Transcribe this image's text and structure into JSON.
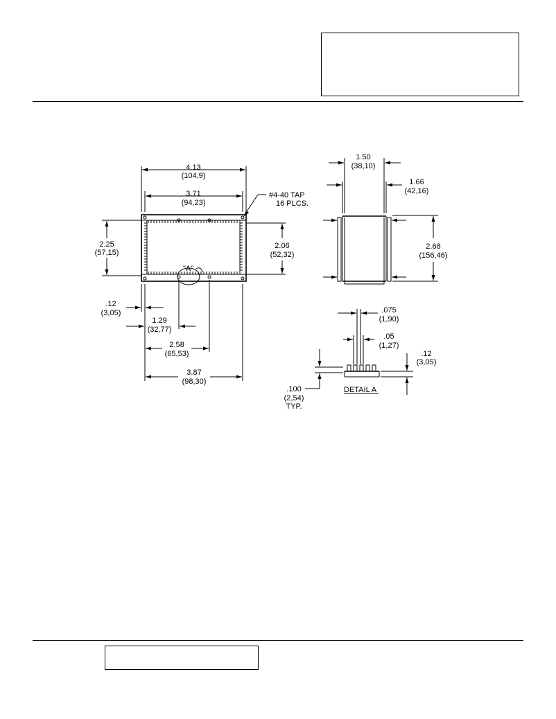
{
  "front_view": {
    "overall_width": {
      "in": "4.13",
      "mm": "(104,9)"
    },
    "mount_width": {
      "in": "3.71",
      "mm": "(94,23)"
    },
    "tap_note": {
      "line1": "#4-40 TAP",
      "line2": "16 PLCS."
    },
    "overall_height": {
      "in": "2.25",
      "mm": "(57,15)"
    },
    "mount_height": {
      "in": "2.06",
      "mm": "(52,32)"
    },
    "detail_ref": "\"A\"",
    "edge_offset": {
      "in": ".12",
      "mm": "(3,05)"
    },
    "dim_129": {
      "in": "1.29",
      "mm": "(32,77)"
    },
    "dim_258": {
      "in": "2.58",
      "mm": "(65,53)"
    },
    "dim_387": {
      "in": "3.87",
      "mm": "(98,30)"
    }
  },
  "side_view": {
    "inner_width": {
      "in": "1.50",
      "mm": "(38,10)"
    },
    "outer_width": {
      "in": "1.66",
      "mm": "(42,16)"
    },
    "height": {
      "in": "2.68",
      "mm": "(156,46)"
    }
  },
  "detail_a": {
    "fin_pitch": {
      "in": ".075",
      "mm": "(1,90)"
    },
    "fin_width": {
      "in": ".05",
      "mm": "(1,27)"
    },
    "fin_height": {
      "in": ".12",
      "mm": "(3,05)"
    },
    "base": {
      "in": ".100",
      "mm": "(2,54)",
      "note": "TYP."
    },
    "label": "DETAIL A"
  }
}
